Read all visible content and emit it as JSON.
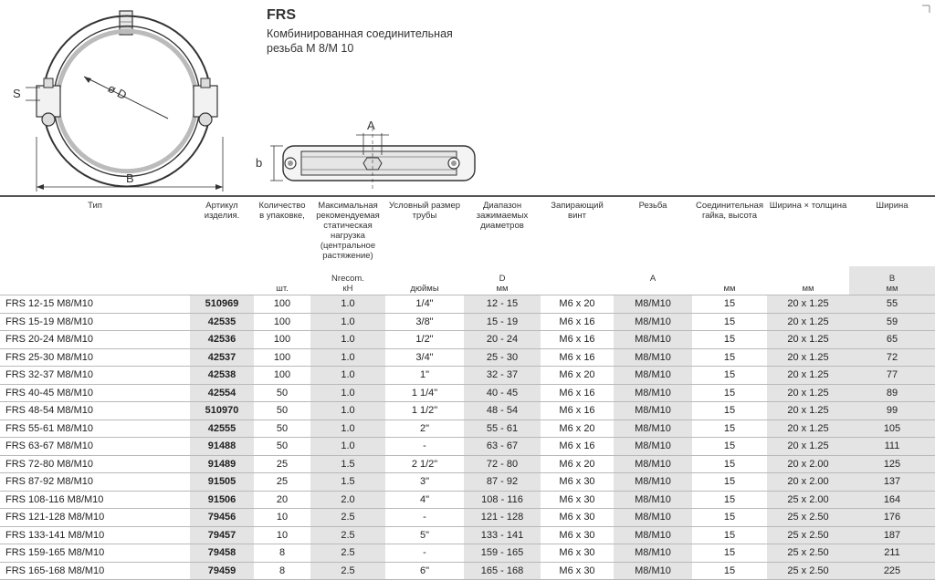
{
  "product": {
    "title": "FRS",
    "subtitle_line1": "Комбинированная соединительная",
    "subtitle_line2": "резьба М 8/М 10"
  },
  "drawing_labels": {
    "s": "S",
    "diameter": "ø D",
    "b_width": "B",
    "a": "A",
    "b_small": "b"
  },
  "headers": [
    "Тип",
    "Артикул изделия.",
    "Количество в упаковке,",
    "Максимальная рекомендуемая статическая нагрузка (центральное растяжение)",
    "Условный размер трубы",
    "Диапазон зажимаемых диаметров",
    "Запирающий винт",
    "Резьба",
    "Соединительная гайка, высота",
    "Ширина × толщина",
    "Ширина"
  ],
  "units": {
    "qty_unit": "шт.",
    "load_symbol": "Nrecom.",
    "load_unit": "кН",
    "pipe_unit": "дюймы",
    "d_symbol": "D",
    "d_unit": "мм",
    "thread_symbol": "A",
    "nut_unit": "мм",
    "wt_unit": "мм",
    "b_symbol": "B",
    "b_unit": "мм"
  },
  "rows": [
    {
      "type": "FRS 12-15 M8/M10",
      "art": "510969",
      "qty": "100",
      "load": "1.0",
      "pipe": "1/4\"",
      "range": "12 - 15",
      "screw": "M6 x 20",
      "thread": "M8/M10",
      "nut": "15",
      "wt": "20 x 1.25",
      "width": "55"
    },
    {
      "type": "FRS 15-19 M8/M10",
      "art": "42535",
      "qty": "100",
      "load": "1.0",
      "pipe": "3/8\"",
      "range": "15 - 19",
      "screw": "M6 x 16",
      "thread": "M8/M10",
      "nut": "15",
      "wt": "20 x 1.25",
      "width": "59"
    },
    {
      "type": "FRS 20-24 M8/M10",
      "art": "42536",
      "qty": "100",
      "load": "1.0",
      "pipe": "1/2\"",
      "range": "20 - 24",
      "screw": "M6 x 16",
      "thread": "M8/M10",
      "nut": "15",
      "wt": "20 x 1.25",
      "width": "65"
    },
    {
      "type": "FRS 25-30 M8/M10",
      "art": "42537",
      "qty": "100",
      "load": "1.0",
      "pipe": "3/4\"",
      "range": "25 - 30",
      "screw": "M6 x 16",
      "thread": "M8/M10",
      "nut": "15",
      "wt": "20 x 1.25",
      "width": "72"
    },
    {
      "type": "FRS 32-37 M8/M10",
      "art": "42538",
      "qty": "100",
      "load": "1.0",
      "pipe": "1\"",
      "range": "32 - 37",
      "screw": "M6 x 20",
      "thread": "M8/M10",
      "nut": "15",
      "wt": "20 x 1.25",
      "width": "77"
    },
    {
      "type": "FRS 40-45 M8/M10",
      "art": "42554",
      "qty": "50",
      "load": "1.0",
      "pipe": "1 1/4\"",
      "range": "40 - 45",
      "screw": "M6 x 16",
      "thread": "M8/M10",
      "nut": "15",
      "wt": "20 x 1.25",
      "width": "89"
    },
    {
      "type": "FRS 48-54 M8/M10",
      "art": "510970",
      "qty": "50",
      "load": "1.0",
      "pipe": "1 1/2\"",
      "range": "48 - 54",
      "screw": "M6 x 16",
      "thread": "M8/M10",
      "nut": "15",
      "wt": "20 x 1.25",
      "width": "99"
    },
    {
      "type": "FRS 55-61 M8/M10",
      "art": "42555",
      "qty": "50",
      "load": "1.0",
      "pipe": "2\"",
      "range": "55 - 61",
      "screw": "M6 x 20",
      "thread": "M8/M10",
      "nut": "15",
      "wt": "20 x 1.25",
      "width": "105"
    },
    {
      "type": "FRS 63-67 M8/M10",
      "art": "91488",
      "qty": "50",
      "load": "1.0",
      "pipe": "-",
      "range": "63 - 67",
      "screw": "M6 x 16",
      "thread": "M8/M10",
      "nut": "15",
      "wt": "20 x 1.25",
      "width": "111"
    },
    {
      "type": "FRS 72-80 M8/M10",
      "art": "91489",
      "qty": "25",
      "load": "1.5",
      "pipe": "2 1/2\"",
      "range": "72 - 80",
      "screw": "M6 x 20",
      "thread": "M8/M10",
      "nut": "15",
      "wt": "20 x 2.00",
      "width": "125"
    },
    {
      "type": "FRS 87-92 M8/M10",
      "art": "91505",
      "qty": "25",
      "load": "1.5",
      "pipe": "3\"",
      "range": "87 - 92",
      "screw": "M6 x 30",
      "thread": "M8/M10",
      "nut": "15",
      "wt": "20 x 2.00",
      "width": "137"
    },
    {
      "type": "FRS 108-116 M8/M10",
      "art": "91506",
      "qty": "20",
      "load": "2.0",
      "pipe": "4\"",
      "range": "108 - 116",
      "screw": "M6 x 30",
      "thread": "M8/M10",
      "nut": "15",
      "wt": "25 x 2.00",
      "width": "164"
    },
    {
      "type": "FRS 121-128 M8/M10",
      "art": "79456",
      "qty": "10",
      "load": "2.5",
      "pipe": "-",
      "range": "121 - 128",
      "screw": "M6 x 30",
      "thread": "M8/M10",
      "nut": "15",
      "wt": "25 x 2.50",
      "width": "176"
    },
    {
      "type": "FRS 133-141 M8/M10",
      "art": "79457",
      "qty": "10",
      "load": "2.5",
      "pipe": "5\"",
      "range": "133 - 141",
      "screw": "M6 x 30",
      "thread": "M8/M10",
      "nut": "15",
      "wt": "25 x 2.50",
      "width": "187"
    },
    {
      "type": "FRS 159-165 M8/M10",
      "art": "79458",
      "qty": "8",
      "load": "2.5",
      "pipe": "-",
      "range": "159 - 165",
      "screw": "M6 x 30",
      "thread": "M8/M10",
      "nut": "15",
      "wt": "25 x 2.50",
      "width": "211"
    },
    {
      "type": "FRS 165-168 M8/M10",
      "art": "79459",
      "qty": "8",
      "load": "2.5",
      "pipe": "6\"",
      "range": "165 - 168",
      "screw": "M6 x 30",
      "thread": "M8/M10",
      "nut": "15",
      "wt": "25 x 2.50",
      "width": "225"
    }
  ]
}
